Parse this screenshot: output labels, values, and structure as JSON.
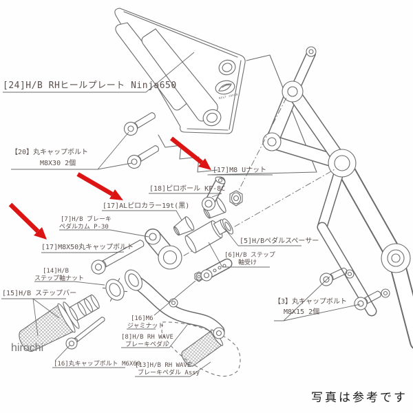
{
  "colors": {
    "line": "#6b6b6b",
    "label": "#5a4f4c",
    "arrow": "#dc1414",
    "watermark": "#757575",
    "footer": "#1a1a1a"
  },
  "logo": {
    "text": "BEST JAPAN"
  },
  "watermark": "hirochi",
  "footer_note": "写真は参考です",
  "labels": {
    "l24": {
      "line1": "[24]H/B RHヒールプレート Ninja650"
    },
    "l20": {
      "line1": "【20】丸キャップボルト",
      "line2": "M8X30 2個"
    },
    "l17u": {
      "line1": "[17]M8 Uナット"
    },
    "l18": {
      "line1": "[18]ピロボール KF-8C"
    },
    "l17al": {
      "line1": "[17]ALピロカラー19t(黒)"
    },
    "l7": {
      "line1": "[7]H/B ブレーキ",
      "line2": "ペダルカム P-30"
    },
    "l17m8": {
      "line1": "[17]M8X50丸キャップボルト"
    },
    "l14": {
      "line1": "[14]H/B",
      "line2": "ステップ軸ナット"
    },
    "l15": {
      "line1": "[15]H/B ステップバー"
    },
    "l5": {
      "line1": "[5]H/Bペダルスペーサー"
    },
    "l6": {
      "line1": "[6]H/B ステップ",
      "line2": "軸受け"
    },
    "l16a": {
      "line1": "[16]M6",
      "line2": "ジャミナット"
    },
    "l8": {
      "line1": "[8]H/B RH WAVE",
      "line2": "ブレーキペダル"
    },
    "l16b": {
      "line1": "[16]丸キャップボルト M6X60"
    },
    "l13": {
      "line1": "[13]H/B RH WAVE",
      "line2": "ブレーキペダル Assy"
    },
    "l3": {
      "line1": "【3】丸キャップボルト",
      "line2": "M8X15 2個"
    }
  }
}
